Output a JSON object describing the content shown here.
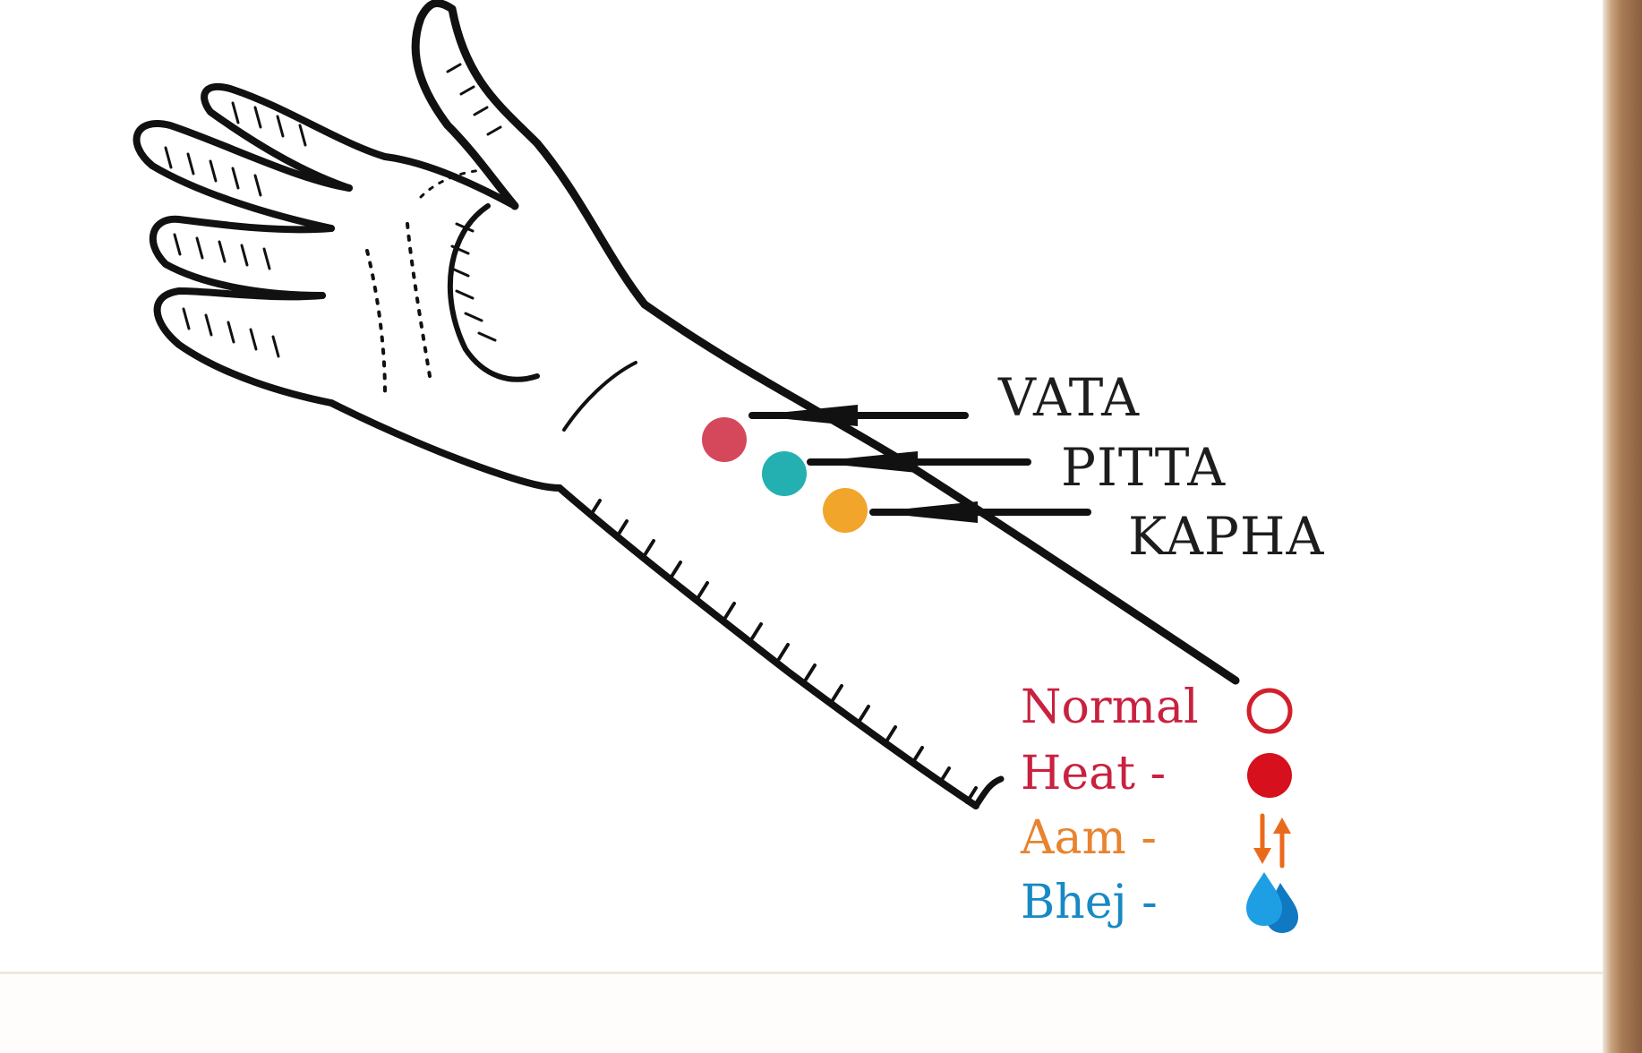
{
  "diagram": {
    "pulse_points": [
      {
        "name": "VATA",
        "color": "#d5485b"
      },
      {
        "name": "PITTA",
        "color": "#24b0b1"
      },
      {
        "name": "KAPHA",
        "color": "#f1a52a"
      }
    ]
  },
  "legend": {
    "items": [
      {
        "label": "Normal",
        "symbol": "hollow-circle-icon",
        "label_color": "#c9213f",
        "symbol_color": "#d21f2b"
      },
      {
        "label": "Heat -",
        "symbol": "filled-circle-icon",
        "label_color": "#c9213f",
        "symbol_color": "#d6101c"
      },
      {
        "label": "Aam -",
        "symbol": "up-down-arrows-icon",
        "label_color": "#e8832e",
        "symbol_color": "#ea6a1c"
      },
      {
        "label": "Bhej -",
        "symbol": "water-drops-icon",
        "label_color": "#1889c4",
        "symbol_color": "#1995d8"
      }
    ]
  }
}
